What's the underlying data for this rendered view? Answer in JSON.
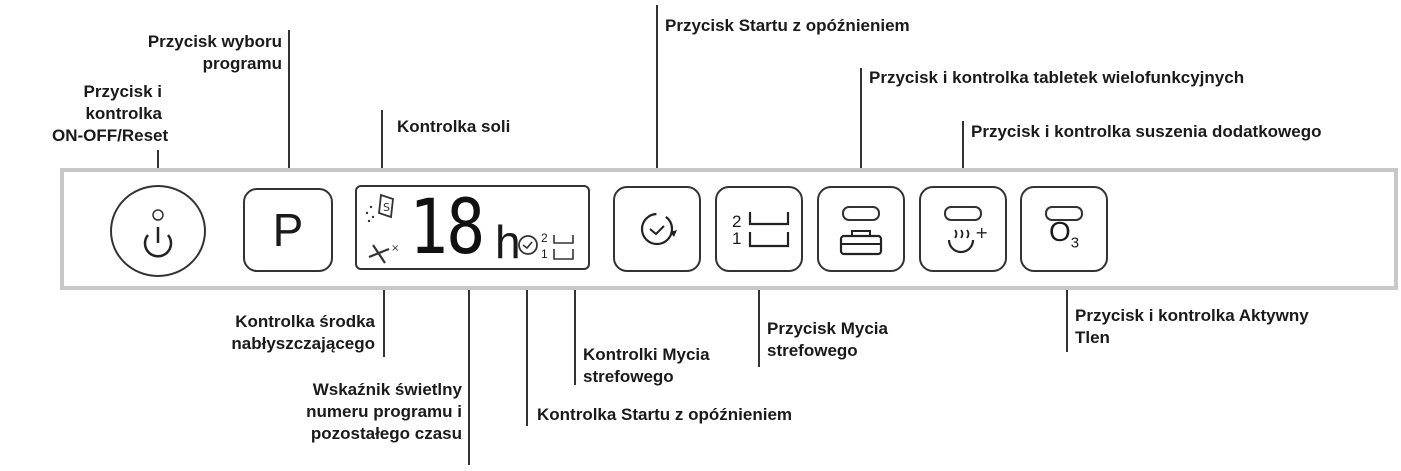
{
  "labels": {
    "onoff": {
      "line1": "Przycisk i",
      "line2": "kontrolka",
      "line3": "ON-OFF/Reset"
    },
    "program_button": {
      "line1": "Przycisk wyboru",
      "line2": "programu"
    },
    "salt": "Kontrolka soli",
    "delay_start_button": "Przycisk Startu z opóźnieniem",
    "multi_tablet": "Przycisk i kontrolka tabletek wielofunkcyjnych",
    "extra_dry": "Przycisk i kontrolka suszenia dodatkowego",
    "rinse_aid": {
      "line1": "Kontrolka środka",
      "line2": "nabłyszczającego"
    },
    "display_indicator": {
      "line1": "Wskaźnik świetlny",
      "line2": "numeru programu i",
      "line3": "pozostałego czasu"
    },
    "zone_wash_leds": {
      "line1": "Kontrolki Mycia",
      "line2": "strefowego"
    },
    "delay_start_led": "Kontrolka Startu z opóźnieniem",
    "zone_wash_button": {
      "line1": "Przycisk Mycia",
      "line2": "strefowego"
    },
    "active_oxygen": {
      "line1": "Przycisk i kontrolka Aktywny",
      "line2": "Tlen"
    }
  },
  "panel": {
    "program_letter": "P",
    "display_digits": "18",
    "display_unit": "h",
    "zone_top": "2",
    "zone_bottom": "1",
    "o3_main": "O",
    "o3_sub": "3"
  }
}
